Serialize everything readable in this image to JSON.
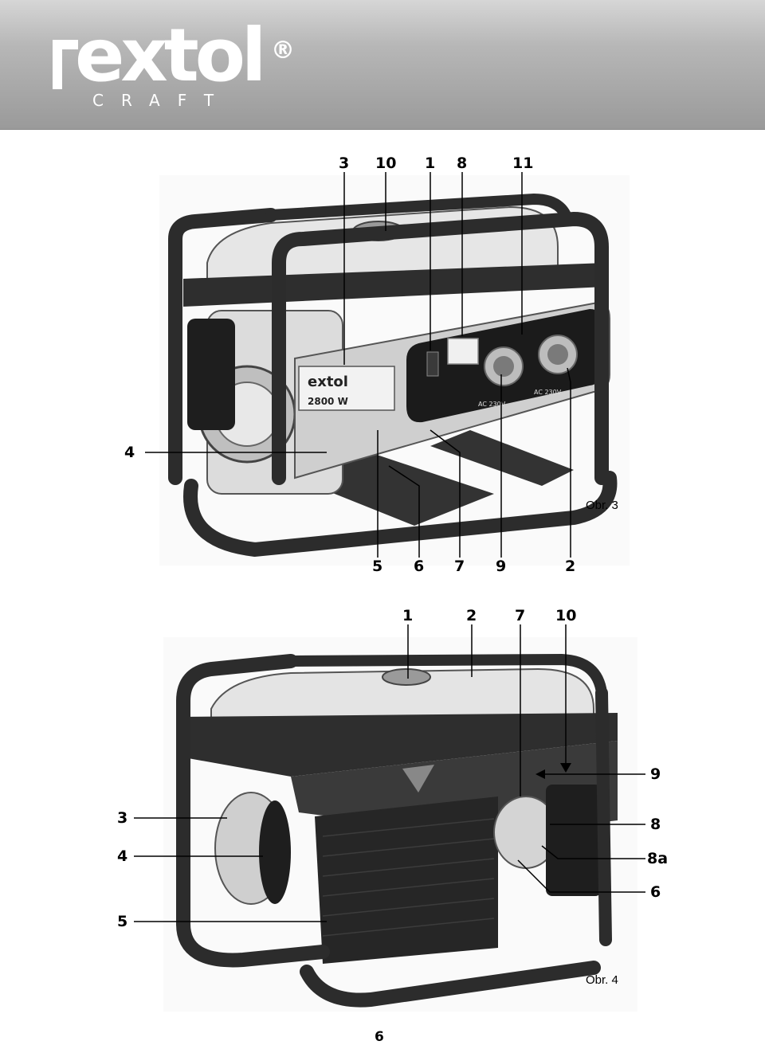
{
  "header": {
    "logo_word": "extol",
    "logo_sub": "CRAFT",
    "logo_reg": "®",
    "background_color": "#a8a8a8"
  },
  "figure3": {
    "caption": "Obr. 3",
    "callouts_top": [
      "3",
      "10",
      "1",
      "8",
      "11"
    ],
    "callout_left": "4",
    "callouts_bottom": [
      "5",
      "6",
      "7",
      "9",
      "2"
    ],
    "panel": {
      "brand": "extol",
      "power_label": "2800 W",
      "socket_label_1": "AC 230V",
      "socket_label_2": "AC 230V"
    }
  },
  "figure4": {
    "caption": "Obr. 4",
    "callouts_top": [
      "1",
      "2",
      "7",
      "10"
    ],
    "callouts_left": [
      "3",
      "4",
      "5"
    ],
    "callouts_right": [
      "9",
      "8",
      "8a",
      "6"
    ]
  },
  "page_number": "6"
}
